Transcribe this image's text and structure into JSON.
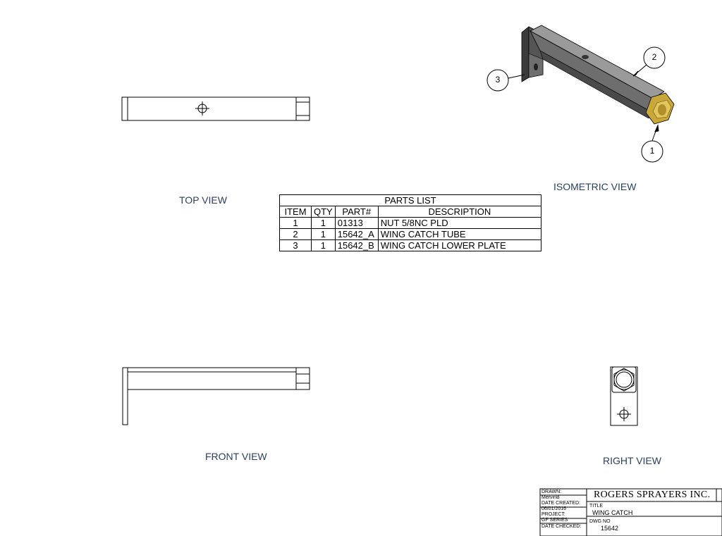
{
  "views": {
    "top": "TOP VIEW",
    "isometric": "ISOMETRIC VIEW",
    "front": "FRONT VIEW",
    "right": "RIGHT VIEW"
  },
  "balloons": [
    "1",
    "2",
    "3"
  ],
  "parts_list": {
    "title": "PARTS LIST",
    "headers": [
      "ITEM",
      "QTY",
      "PART#",
      "DESCRIPTION"
    ],
    "rows": [
      [
        "1",
        "1",
        "01313",
        "NUT 5/8NC PLD"
      ],
      [
        "2",
        "1",
        "15642_A",
        "WING CATCH TUBE"
      ],
      [
        "3",
        "1",
        "15642_B",
        "WING CATCH LOWER PLATE"
      ]
    ]
  },
  "title_block": {
    "drawn_label": "DRAWN:",
    "drawn_value": "MervinB",
    "date_created_label": "DATE CREATED:",
    "date_created_value": "06/01/2016",
    "project_label": "PROJECT:",
    "project_value": "GF SERIES",
    "date_checked_label": "DATE CHECKED:",
    "company": "ROGERS SPRAYERS INC.",
    "title_label": "TITLE",
    "title_value": "WING CATCH",
    "dwg_label": "DWG NO",
    "dwg_value": "15642"
  },
  "colors": {
    "line": "#000000",
    "label": "#2c3f63",
    "tube_dark": "#3b3b3b",
    "tube_mid": "#6e6e6e",
    "tube_light": "#9a9a9a",
    "nut": "#c9a83a",
    "nut_light": "#e2c65a"
  }
}
